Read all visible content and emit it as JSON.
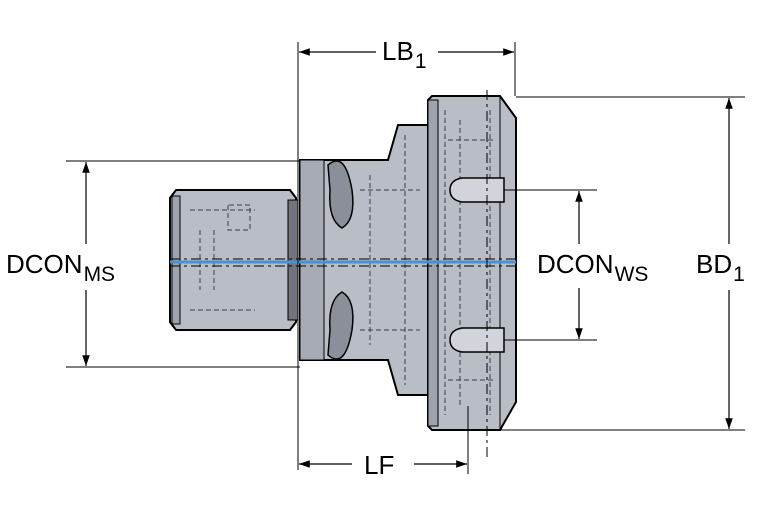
{
  "dimensions": {
    "lb1": {
      "main": "LB",
      "sub": "1"
    },
    "lf": {
      "main": "LF"
    },
    "bd1": {
      "main": "BD",
      "sub": "1"
    },
    "dcon_ms": {
      "main": "DCON",
      "sub": "MS"
    },
    "dcon_ws": {
      "main": "DCON",
      "sub": "WS"
    }
  },
  "colors": {
    "body": "#b9bdc5",
    "body_shade": "#9ea3ad",
    "outline": "#000000",
    "hidden": "#3a3f48",
    "centerline": "#4a90d9"
  }
}
